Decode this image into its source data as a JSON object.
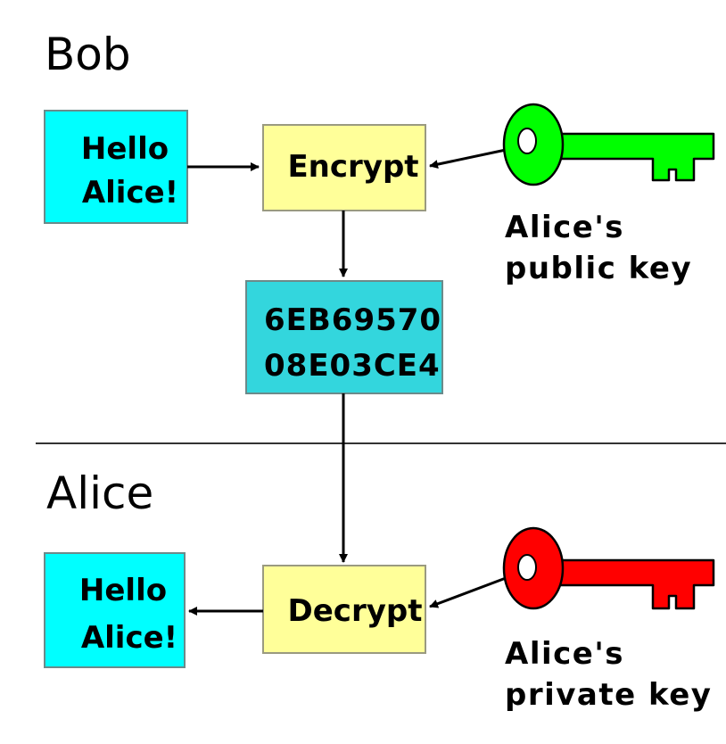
{
  "sections": {
    "sender_title": "Bob",
    "recipient_title": "Alice"
  },
  "sender": {
    "message": {
      "line1": "Hello",
      "line2": "Alice!"
    },
    "encrypt_label": "Encrypt",
    "public_key_label": {
      "line1": "Alice's",
      "line2": "public key"
    }
  },
  "ciphertext": {
    "line1": "6EB69570",
    "line2": "08E03CE4"
  },
  "recipient": {
    "message": {
      "line1": "Hello",
      "line2": "Alice!"
    },
    "decrypt_label": "Decrypt",
    "private_key_label": {
      "line1": "Alice's",
      "line2": "private key"
    }
  },
  "colors": {
    "message_box": "#00ffff",
    "cipher_box": "#33d6dd",
    "operation_box": "#ffff99",
    "public_key": "#00ff00",
    "private_key": "#ff0000"
  }
}
